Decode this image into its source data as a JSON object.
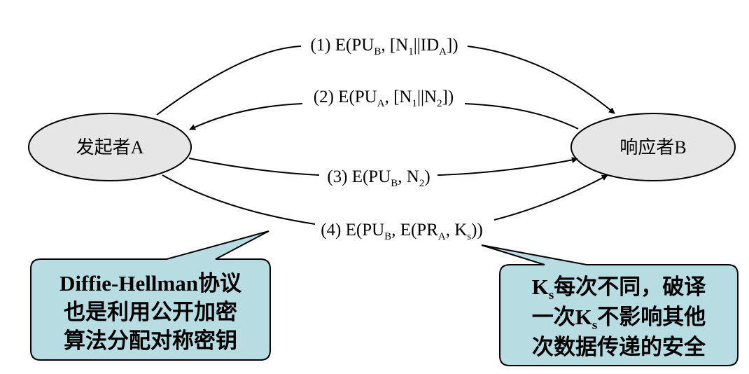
{
  "nodes": {
    "initiator": "发起者A",
    "responder": "响应者B"
  },
  "messages": [
    {
      "id": "m1",
      "prefix": "(1) E(PU",
      "sub1": "B",
      "mid1": ", [N",
      "sub2": "1",
      "mid2": "||ID",
      "sub3": "A",
      "suffix": "])"
    },
    {
      "id": "m2",
      "prefix": "(2) E(PU",
      "sub1": "A",
      "mid1": ", [N",
      "sub2": "1",
      "mid2": "||N",
      "sub3": "2",
      "suffix": "])"
    },
    {
      "id": "m3",
      "prefix": "(3) E(PU",
      "sub1": "B",
      "mid1": ", N",
      "sub2": "2",
      "suffix": ")"
    },
    {
      "id": "m4",
      "prefix": "(4) E(PU",
      "sub1": "B",
      "mid1": ", E(PR",
      "sub2": "A",
      "mid2": ", K",
      "sub3": "s",
      "suffix": "))"
    }
  ],
  "callouts": {
    "left": {
      "line1": "Diffie-Hellman协议",
      "line2": "也是利用公开加密",
      "line3": "算法分配对称密钥"
    },
    "right": {
      "l1_k": "K",
      "l1_sub": "s",
      "l1_rest": "每次不同，破译",
      "l2_pre": "一次",
      "l2_k": "K",
      "l2_sub": "s",
      "l2_rest": "不影响其他",
      "line3": "次数据传递的安全"
    }
  },
  "colors": {
    "node_fill": "#e6e6e6",
    "callout_fill": "#b7dde3",
    "line": "#000000"
  }
}
